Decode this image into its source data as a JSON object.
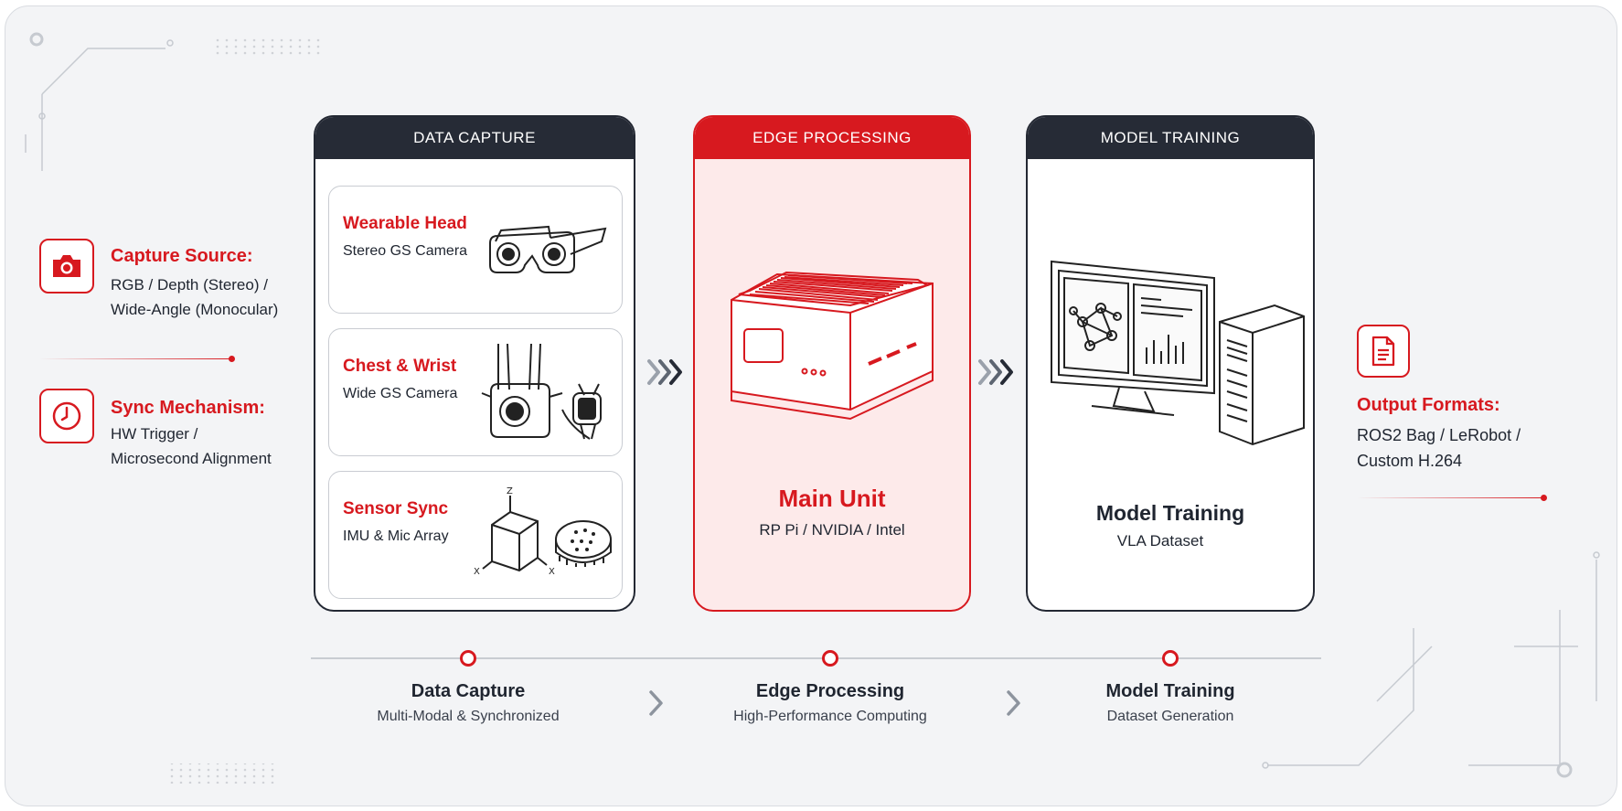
{
  "left_info": [
    {
      "title": "Capture Source:",
      "lines": [
        "RGB / Depth (Stereo) /",
        "Wide-Angle (Monocular)"
      ],
      "icon": "camera-icon"
    },
    {
      "title": "Sync Mechanism:",
      "lines": [
        "HW Trigger /",
        "Microsecond Alignment"
      ],
      "icon": "clock-icon"
    }
  ],
  "panels": {
    "capture": {
      "header": "DATA CAPTURE",
      "cards": [
        {
          "title": "Wearable Head",
          "subtitle": "Stereo GS Camera",
          "icon": "stereo-camera-glasses-icon"
        },
        {
          "title": "Chest & Wrist",
          "subtitle": "Wide GS Camera",
          "icon": "chest-wrist-camera-icon"
        },
        {
          "title": "Sensor Sync",
          "subtitle": "IMU & Mic Array",
          "icon": "imu-mic-array-icon",
          "axis_labels": [
            "Z",
            "X",
            "X"
          ]
        }
      ]
    },
    "edge": {
      "header": "EDGE PROCESSING",
      "title": "Main Unit",
      "subtitle": "RP Pi / NVIDIA / Intel",
      "icon": "edge-computer-icon"
    },
    "training": {
      "header": "MODEL TRAINING",
      "title": "Model Training",
      "subtitle": "VLA Dataset",
      "icon": "workstation-icon"
    }
  },
  "output": {
    "title": "Output Formats:",
    "lines": [
      "ROS2 Bag / LeRobot /",
      "Custom H.264"
    ],
    "icon": "document-icon"
  },
  "timeline": [
    {
      "label": "Data Capture",
      "sub": "Multi-Modal & Synchronized"
    },
    {
      "label": "Edge Processing",
      "sub": "High-Performance Computing"
    },
    {
      "label": "Model Training",
      "sub": "Dataset Generation"
    }
  ],
  "colors": {
    "accent": "#d7191f",
    "dark": "#262b36",
    "edge_bg": "#fdeaea",
    "background": "#f3f4f6"
  }
}
